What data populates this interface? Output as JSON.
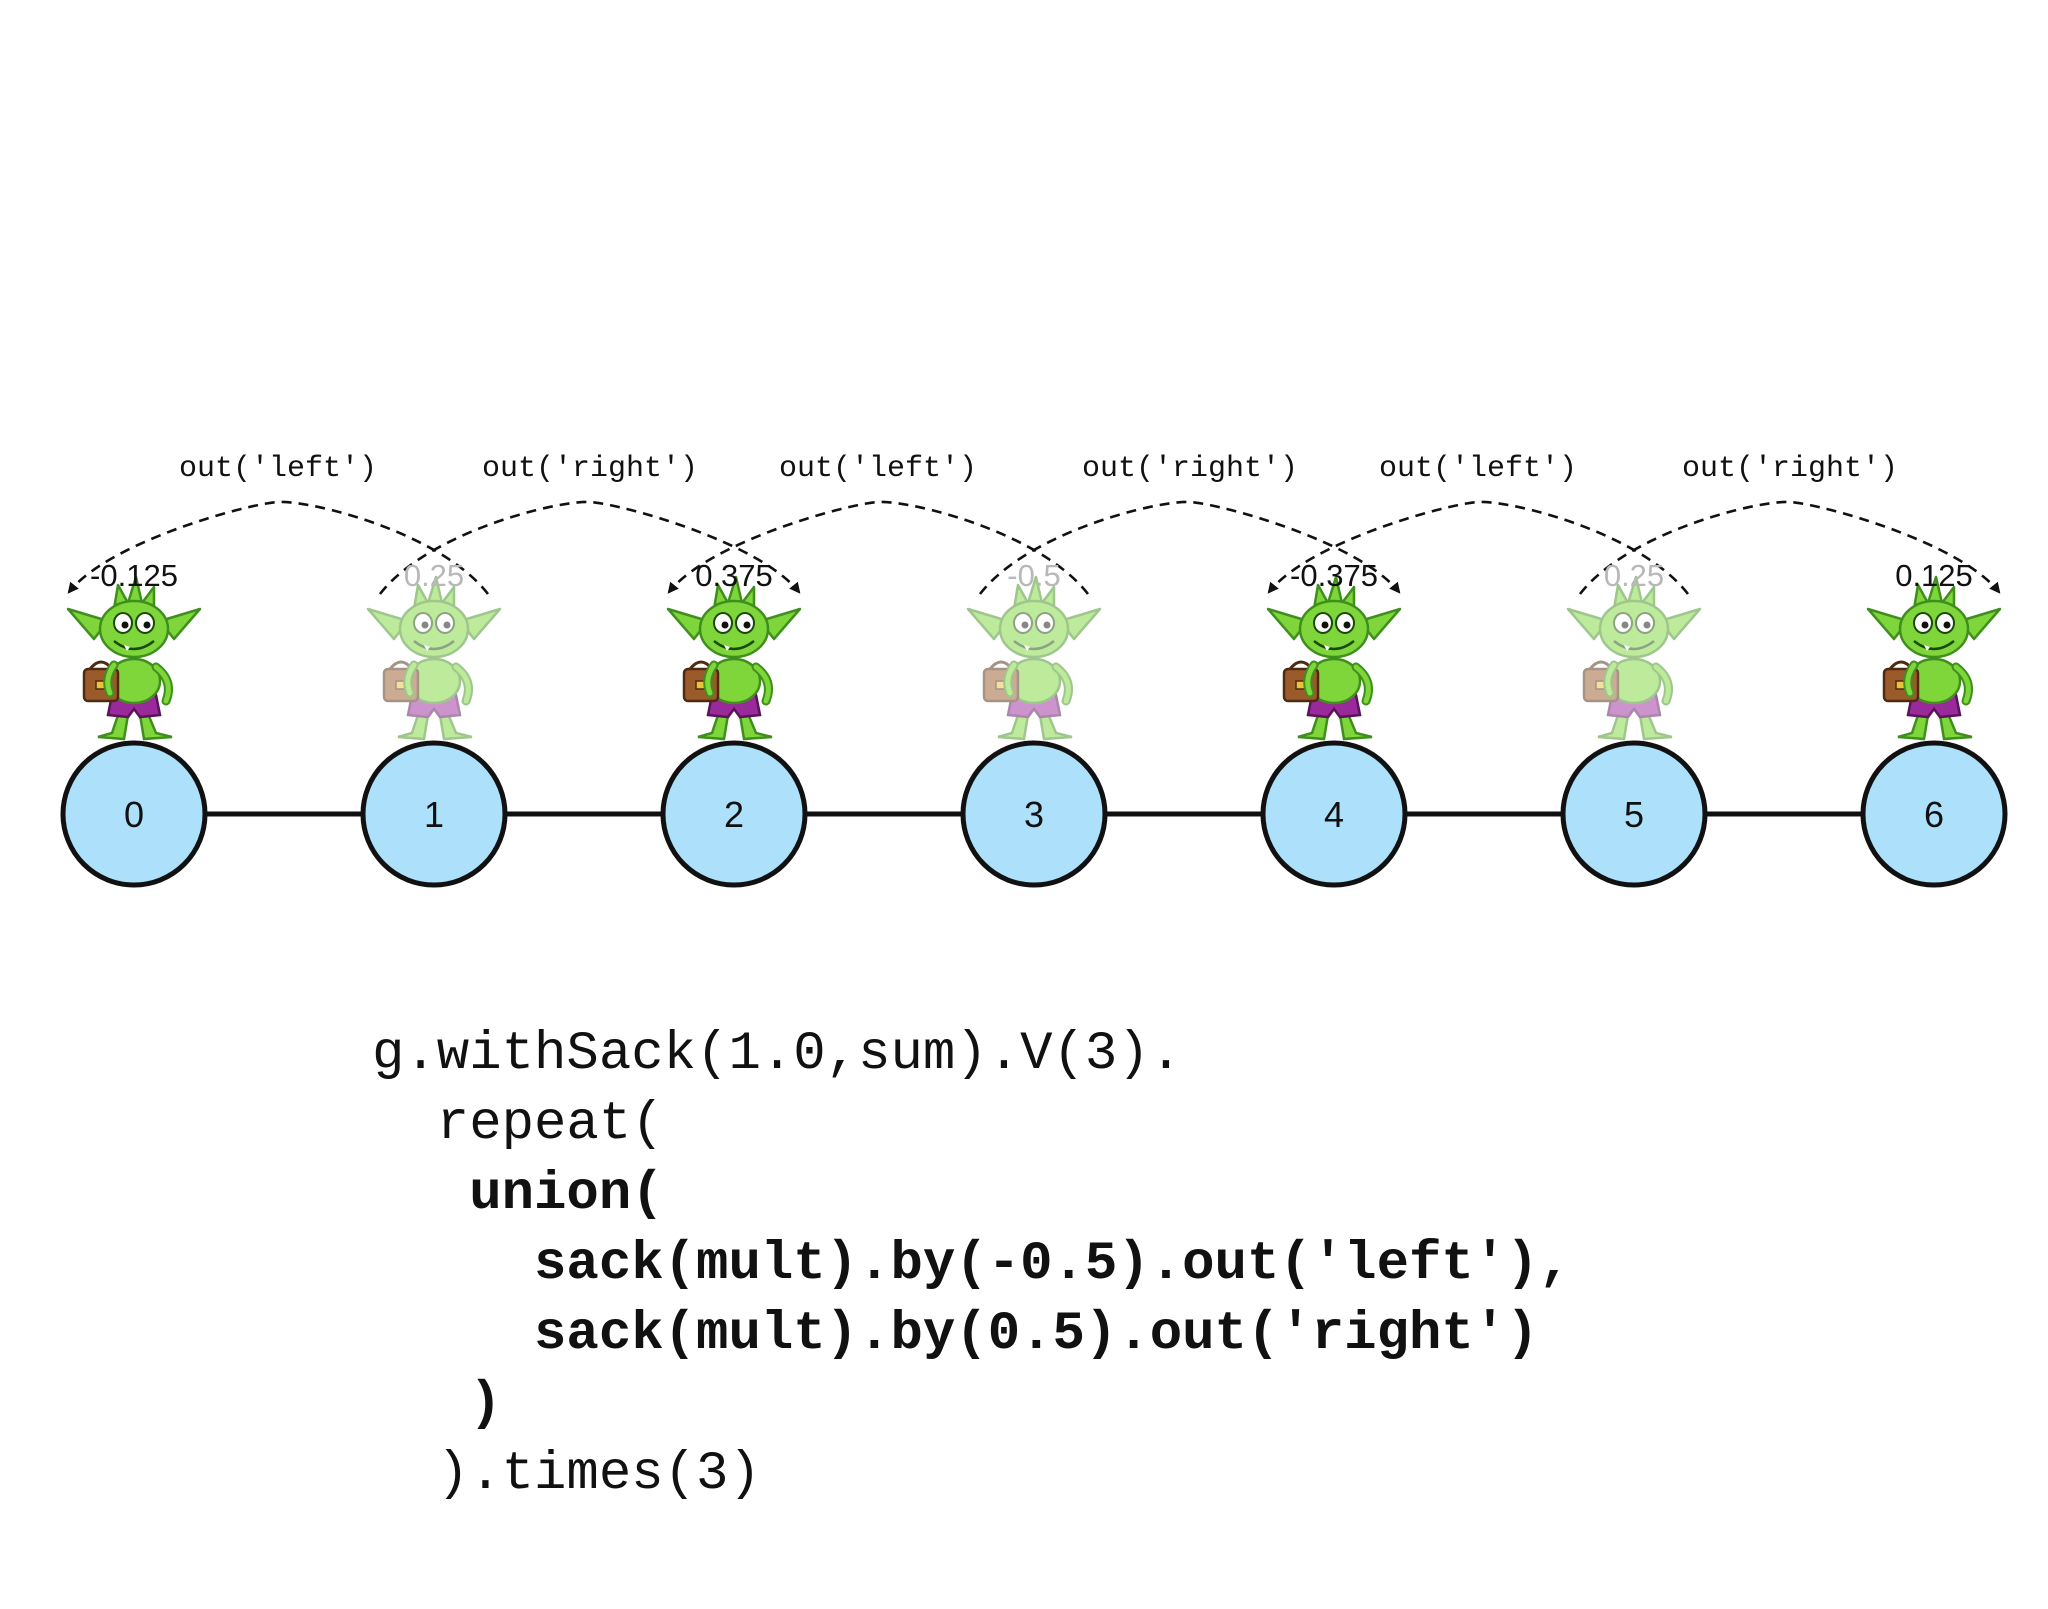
{
  "diagram": {
    "nodes": [
      {
        "id": "0",
        "sack": "-0.125",
        "active": true
      },
      {
        "id": "1",
        "sack": "0.25",
        "active": false
      },
      {
        "id": "2",
        "sack": "0.375",
        "active": true
      },
      {
        "id": "3",
        "sack": "-0.5",
        "active": false
      },
      {
        "id": "4",
        "sack": "-0.375",
        "active": true
      },
      {
        "id": "5",
        "sack": "0.25",
        "active": false
      },
      {
        "id": "6",
        "sack": "0.125",
        "active": true
      }
    ],
    "steps": [
      {
        "label": "out('left')",
        "from": 1,
        "to": 0
      },
      {
        "label": "out('right')",
        "from": 1,
        "to": 2
      },
      {
        "label": "out('left')",
        "from": 3,
        "to": 2
      },
      {
        "label": "out('right')",
        "from": 3,
        "to": 4
      },
      {
        "label": "out('left')",
        "from": 5,
        "to": 4
      },
      {
        "label": "out('right')",
        "from": 5,
        "to": 6
      }
    ],
    "colors": {
      "node_fill": "#ade0fa",
      "node_stroke": "#111111",
      "edge": "#111111",
      "inactive_label": "#b8b8b8",
      "goblin_green": "#7fd63a",
      "goblin_dark": "#3f8f1d",
      "bag_brown": "#9a5a2a",
      "shorts_purple": "#9a2a9a"
    },
    "inactive_opacity": 0.5
  },
  "code": [
    {
      "text": "g.withSack(1.0,sum).V(3).",
      "bold": false
    },
    {
      "text": "  repeat(",
      "bold": false
    },
    {
      "text": "   union(",
      "bold": true
    },
    {
      "text": "     sack(mult).by(-0.5).out('left'),",
      "bold": true
    },
    {
      "text": "     sack(mult).by(0.5).out('right')",
      "bold": true
    },
    {
      "text": "   )",
      "bold": true
    },
    {
      "text": "  ).times(3)",
      "bold": false
    }
  ]
}
